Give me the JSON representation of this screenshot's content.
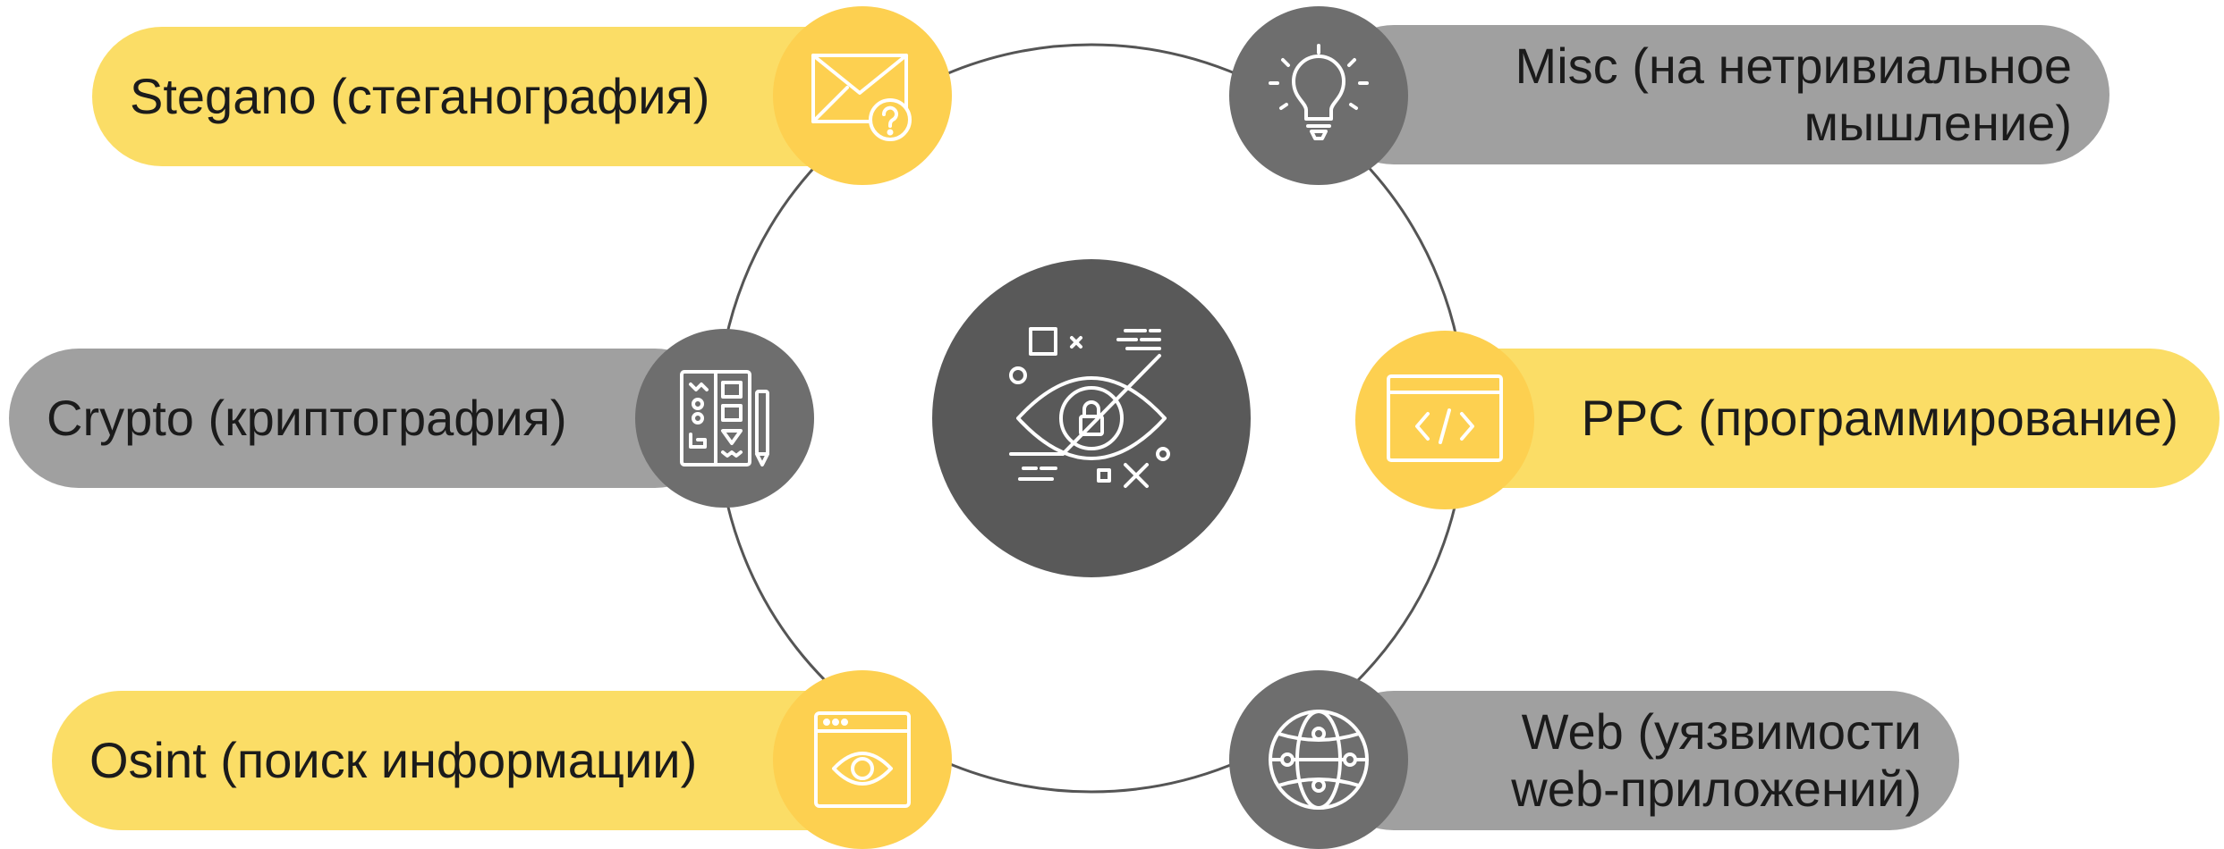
{
  "colors": {
    "yellow_pill": "#fbdd66",
    "yellow_badge": "#fdd050",
    "gray_pill": "#a0a0a0",
    "gray_badge": "#6e6e6e",
    "center": "#595959",
    "ring": "#555555"
  },
  "center": {
    "icon": "eye-lock-icon"
  },
  "categories": [
    {
      "id": "stegano",
      "label": "Stegano (стеганография)",
      "icon": "envelope-question-icon"
    },
    {
      "id": "misc",
      "label": "Misc (на нетривиальное\nмышление)",
      "icon": "lightbulb-icon"
    },
    {
      "id": "crypto",
      "label": "Crypto (криптография)",
      "icon": "cipher-sheet-icon"
    },
    {
      "id": "ppc",
      "label": "PPC (программирование)",
      "icon": "code-window-icon"
    },
    {
      "id": "osint",
      "label": "Osint (поиск информации)",
      "icon": "browser-eye-icon"
    },
    {
      "id": "web",
      "label": "Web (уязвимости\nweb-приложений)",
      "icon": "globe-network-icon"
    }
  ]
}
